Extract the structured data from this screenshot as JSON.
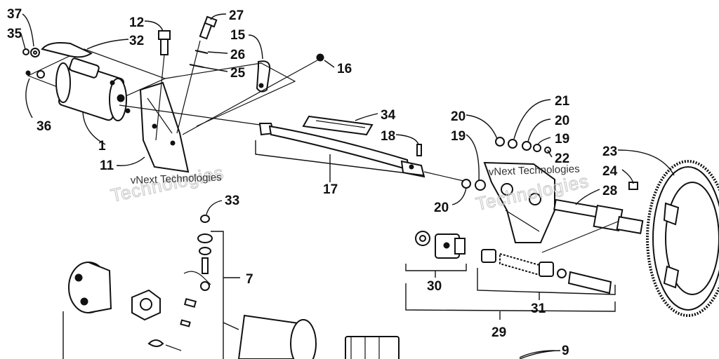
{
  "diagram": {
    "part_numbers": {
      "p37": "37",
      "p35": "35",
      "p36": "36",
      "p1": "1",
      "p11": "11",
      "p12": "12",
      "p32": "32",
      "p27": "27",
      "p15": "15",
      "p26": "26",
      "p25": "25",
      "p16": "16",
      "p34": "34",
      "p18": "18",
      "p17": "17",
      "p20a": "20",
      "p19a": "19",
      "p20b": "20",
      "p21": "21",
      "p20c": "20",
      "p19b": "19",
      "p22": "22",
      "p23": "23",
      "p24": "24",
      "p28": "28",
      "p33": "33",
      "p7": "7",
      "p30": "30",
      "p31": "31",
      "p29": "29",
      "p9": "9"
    },
    "watermarks": {
      "wm1": "vNext Technologies",
      "wm2": "Technologies",
      "wm3": "vNext Technologies",
      "wm4": "Technologies"
    }
  }
}
